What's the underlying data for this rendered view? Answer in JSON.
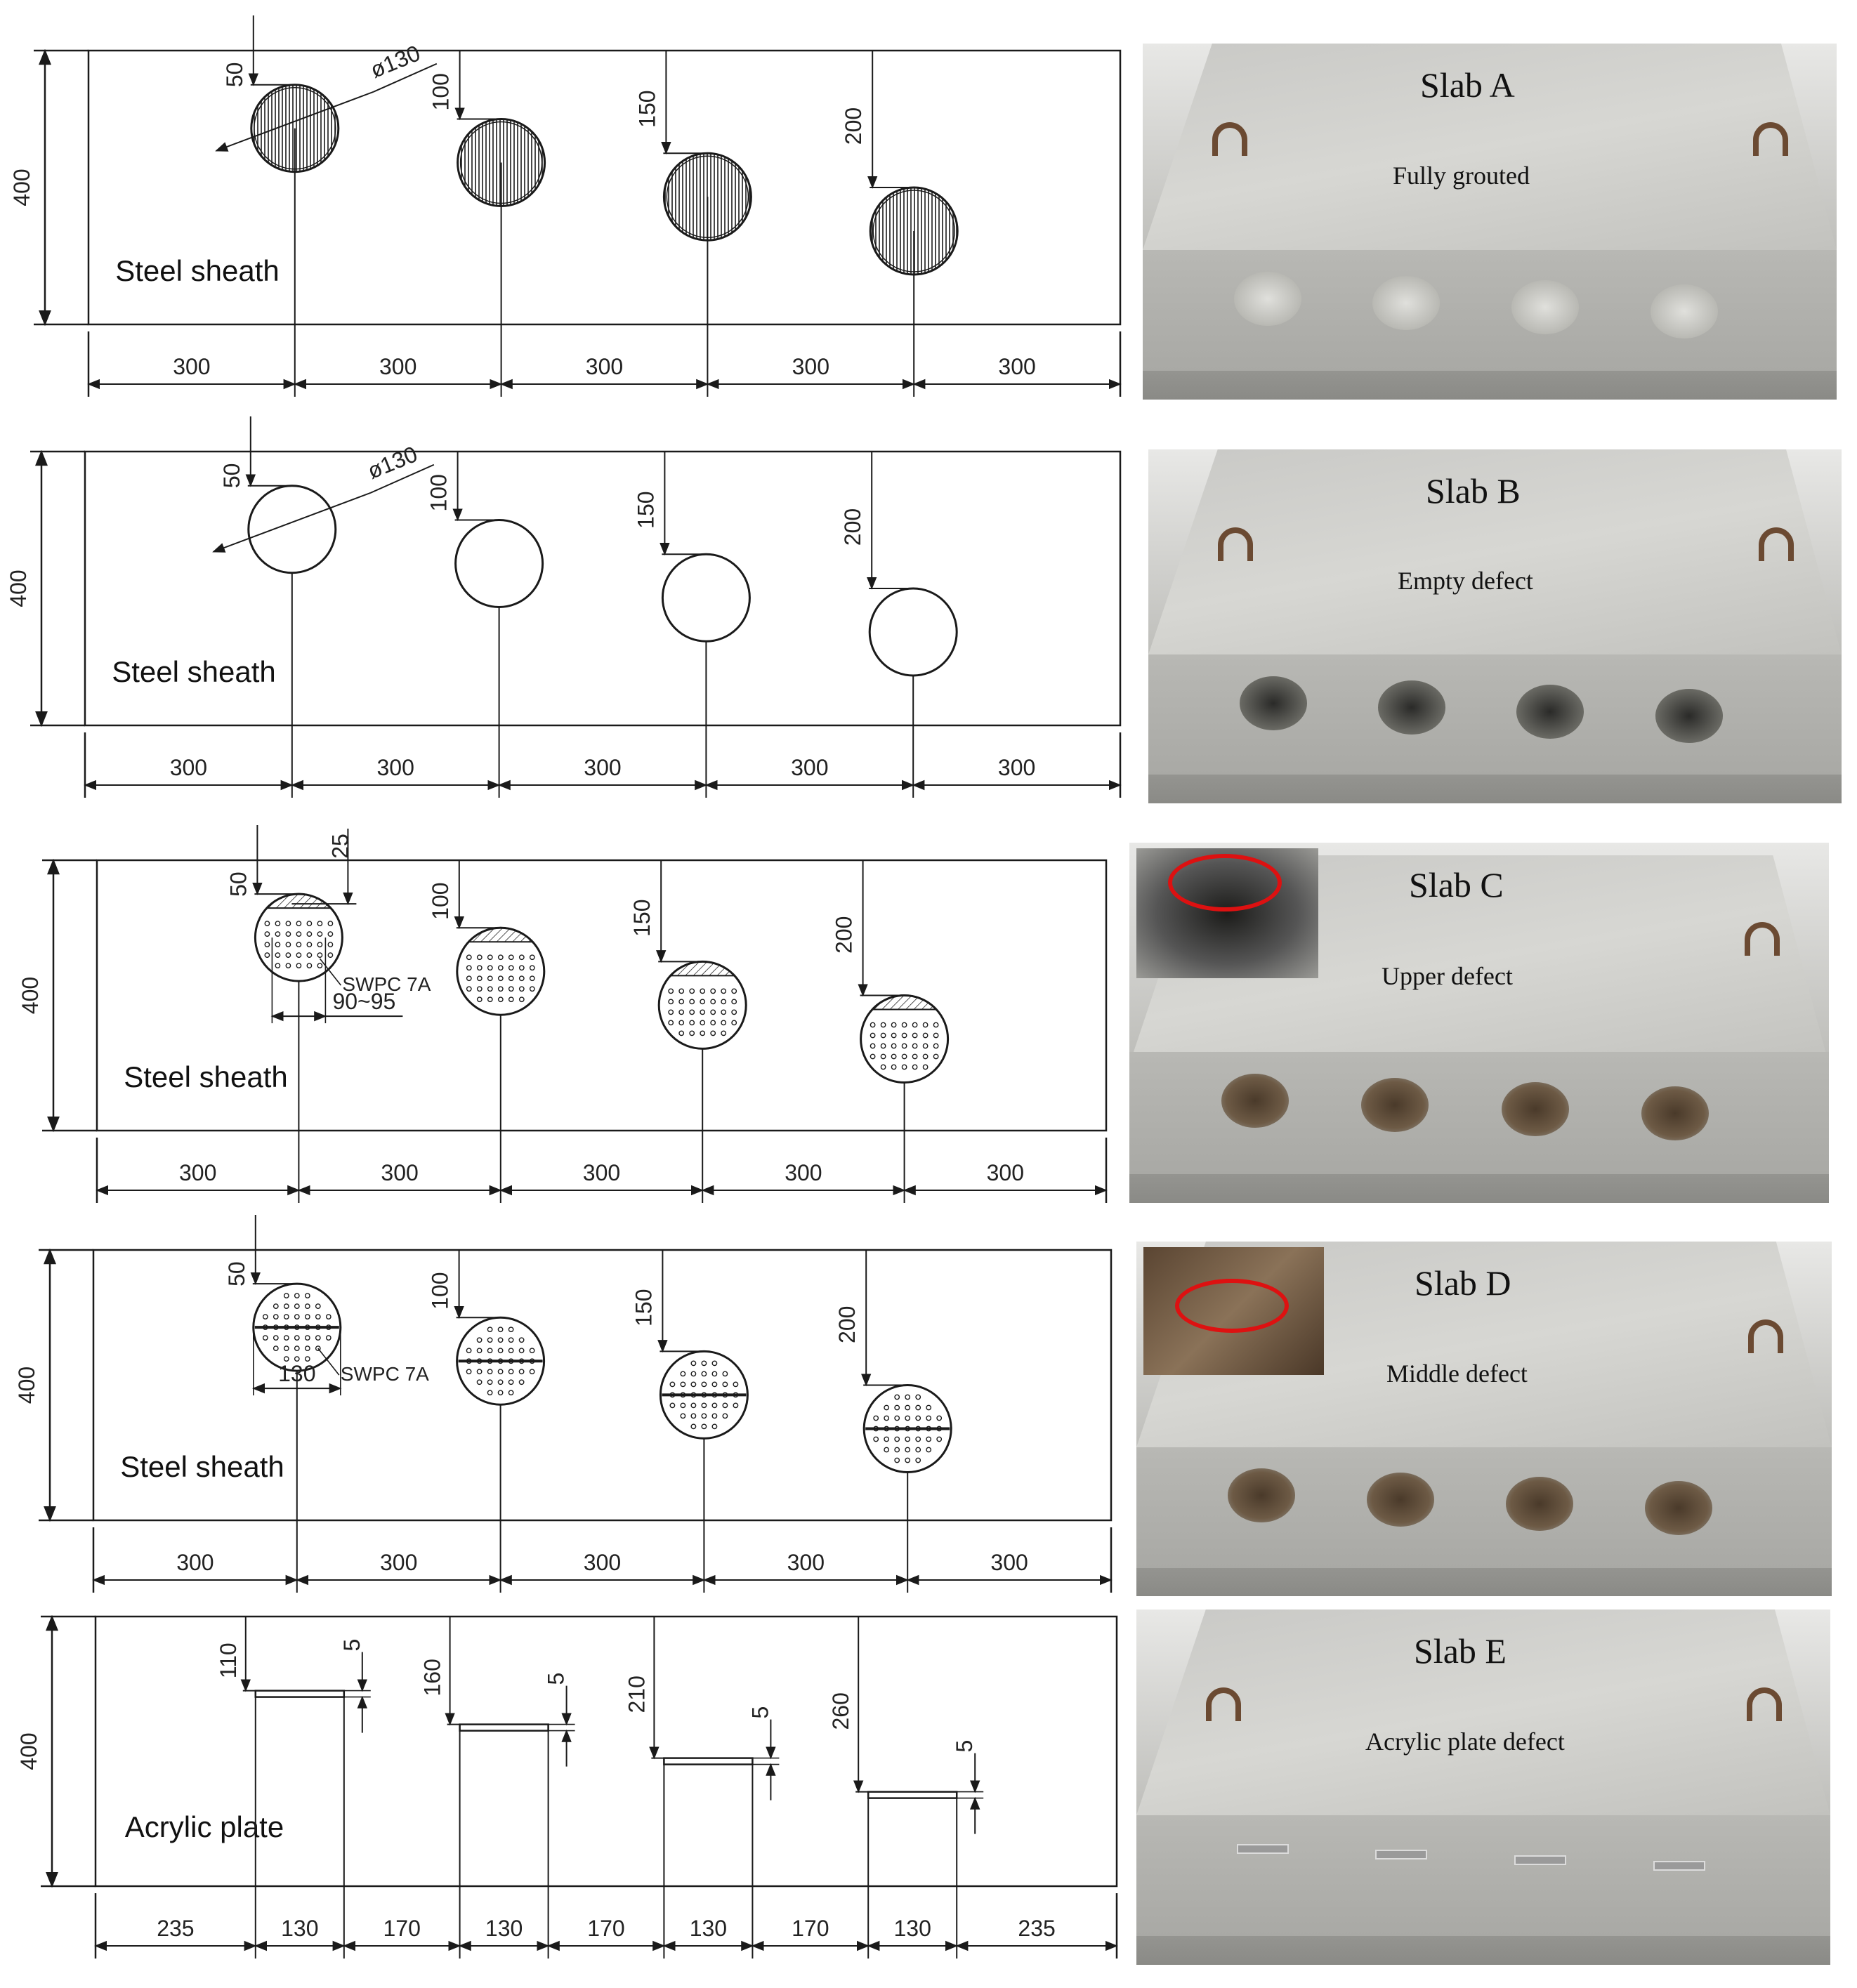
{
  "panels": [
    {
      "label": "Steel sheath",
      "height_dim": "400",
      "depth_dims": [
        "50",
        "100",
        "150",
        "200"
      ],
      "diameter_label": "ø130",
      "spacing_dims": [
        "300",
        "300",
        "300",
        "300",
        "300"
      ],
      "fill": "grouted"
    },
    {
      "label": "Steel sheath",
      "height_dim": "400",
      "depth_dims": [
        "50",
        "100",
        "150",
        "200"
      ],
      "diameter_label": "ø130",
      "spacing_dims": [
        "300",
        "300",
        "300",
        "300",
        "300"
      ],
      "fill": "empty"
    },
    {
      "label": "Steel sheath",
      "height_dim": "400",
      "depth_dims": [
        "50",
        "100",
        "150",
        "200"
      ],
      "extra_dim": "25",
      "strand_label": "SWPC 7A",
      "width_dim": "90~95",
      "spacing_dims": [
        "300",
        "300",
        "300",
        "300",
        "300"
      ],
      "fill": "upper"
    },
    {
      "label": "Steel sheath",
      "height_dim": "400",
      "depth_dims": [
        "50",
        "100",
        "150",
        "200"
      ],
      "strand_label": "SWPC 7A",
      "width_dim": "130",
      "spacing_dims": [
        "300",
        "300",
        "300",
        "300",
        "300"
      ],
      "fill": "middle"
    },
    {
      "label": "Acrylic plate",
      "height_dim": "400",
      "depth_dims": [
        "110",
        "160",
        "210",
        "260"
      ],
      "thickness_dims": [
        "5",
        "5",
        "5",
        "5"
      ],
      "spacing_dims": [
        "235",
        "130",
        "170",
        "130",
        "170",
        "130",
        "170",
        "130",
        "235"
      ],
      "fill": "plate"
    }
  ],
  "photos": [
    {
      "title": "Slab A",
      "subtitle": "Fully grouted",
      "variant": "grouted"
    },
    {
      "title": "Slab B",
      "subtitle": "Empty defect",
      "variant": "empty"
    },
    {
      "title": "Slab C",
      "subtitle": "Upper defect",
      "variant": "upper"
    },
    {
      "title": "Slab D",
      "subtitle": "Middle defect",
      "variant": "middle"
    },
    {
      "title": "Slab E",
      "subtitle": "Acrylic plate defect",
      "variant": "plate"
    }
  ],
  "colors": {
    "line": "#1a1a1a",
    "concrete_top": "#c9c9c6",
    "concrete_front": "#b8b8b4",
    "floor": "#8a8a86",
    "defect_ring": "#dd1111"
  }
}
